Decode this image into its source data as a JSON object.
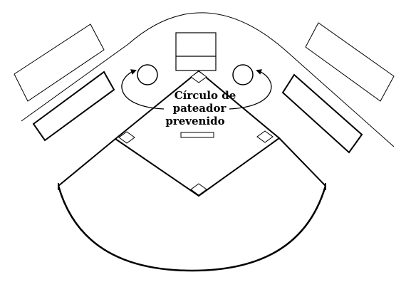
{
  "diagram": {
    "label_line1": "Círculo de",
    "label_line2": "pateador",
    "label_line3": "prevenido"
  },
  "colors": {
    "stroke": "#000000",
    "background": "#ffffff"
  },
  "icons": {
    "left_arrow": "curved-arrow-icon",
    "right_arrow": "curved-arrow-icon"
  }
}
